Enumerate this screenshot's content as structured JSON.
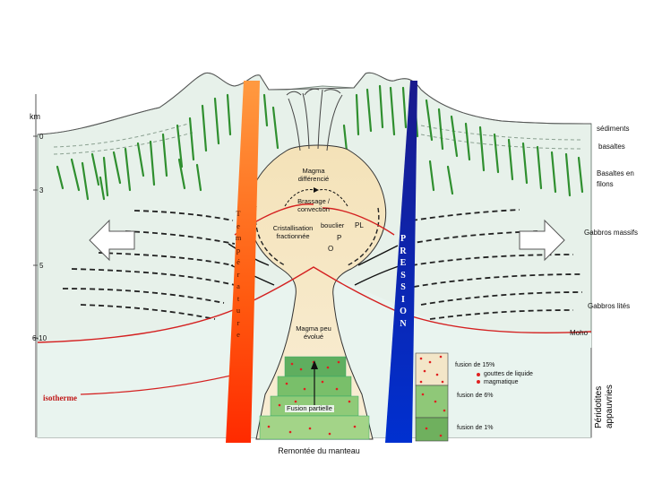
{
  "axis": {
    "unit": "km",
    "ticks": [
      "0",
      "3",
      "5",
      "6-10"
    ]
  },
  "layers": {
    "sediments": "sédiments",
    "basalts": "basaltes",
    "dikes": "Basaltes en filons",
    "gabbros_massive": "Gabbros massifs",
    "gabbros_lited": "Gabbros lités",
    "moho": "Moho",
    "peridotites": "Péridotites appauvries"
  },
  "chamber": {
    "differentiated": "Magma différencié",
    "mixing": "Brassage / convection",
    "crystallization": "Cristallisation fractionnée",
    "bouclier": "bouclier",
    "pl": "PL",
    "p": "P",
    "o": "O",
    "little_evolved": "Magma peu évolué",
    "partial_melting": "Fusion partielle",
    "mantle_upwelling": "Remontée du manteau"
  },
  "gradients": {
    "temperature": [
      "T",
      "e",
      "m",
      "p",
      "é",
      "r",
      "a",
      "t",
      "u",
      "r",
      "e"
    ],
    "pressure": [
      "P",
      "R",
      "E",
      "S",
      "S",
      "I",
      "O",
      "N"
    ],
    "isotherm": "isotherme"
  },
  "legend": {
    "fusion_high": "fusion de 15%",
    "droplets_line1": "gouttes de liquide",
    "droplets_line2": "magmatique",
    "fusion_mid": "fusion de 6%",
    "fusion_low": "fusion de 1%"
  },
  "colors": {
    "crust_green": "#e4f0e8",
    "dike_green": "#2f8f2f",
    "temperature_top": "#ff3300",
    "temperature_bottom": "#ff9933",
    "pressure_top": "#1a1a8c",
    "pressure_bottom": "#0033cc",
    "chamber": "#f7e8c8",
    "moho_red": "#d42020"
  }
}
